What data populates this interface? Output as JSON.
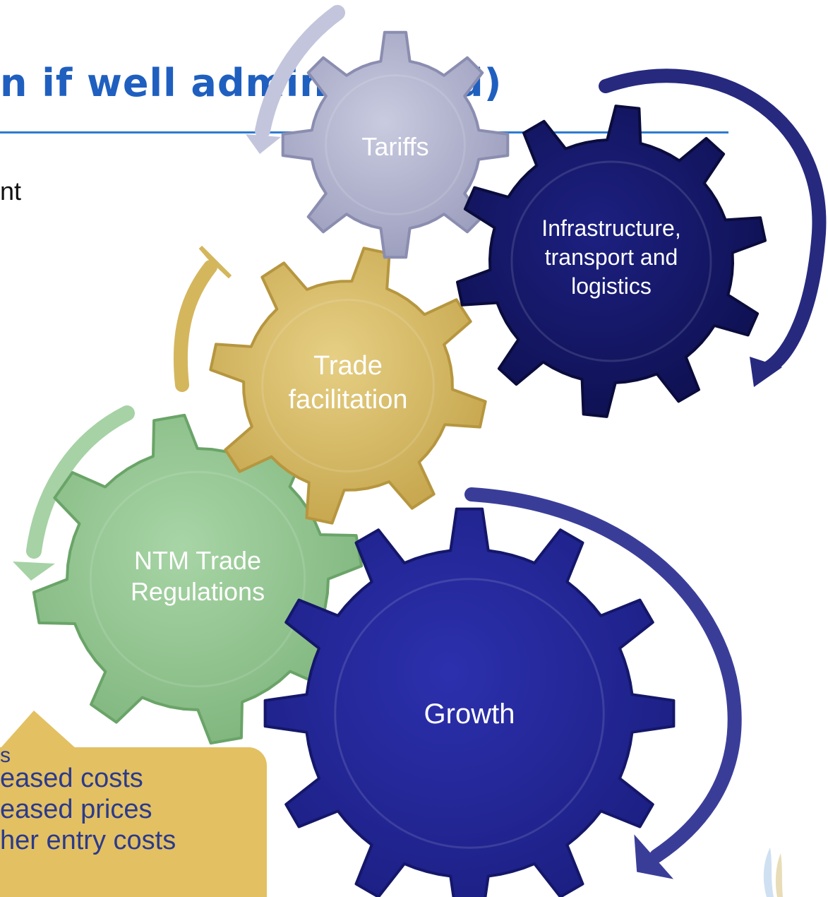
{
  "header": {
    "title": "n if well administered)"
  },
  "body": {
    "fragment": "nt"
  },
  "callout": {
    "heading_fragment": "s",
    "lines": [
      "eased costs",
      "eased prices",
      "her entry costs"
    ]
  },
  "gears": [
    {
      "id": "tariffs",
      "label_lines": [
        "Tariffs"
      ]
    },
    {
      "id": "infrastructure",
      "label_lines": [
        "Infrastructure,",
        "transport and",
        "logistics"
      ]
    },
    {
      "id": "trade-facilitation",
      "label_lines": [
        "Trade",
        "facilitation"
      ]
    },
    {
      "id": "ntm",
      "label_lines": [
        "NTM Trade",
        "Regulations"
      ]
    },
    {
      "id": "growth",
      "label_lines": [
        "Growth"
      ]
    }
  ],
  "colors": {
    "tariffs": "#b4b6cf",
    "infrastructure": "#16196b",
    "trade_facilitation": "#dcc06a",
    "ntm": "#96c894",
    "growth": "#25289b",
    "title": "#1f5fbf",
    "callout": "#e3c062"
  }
}
